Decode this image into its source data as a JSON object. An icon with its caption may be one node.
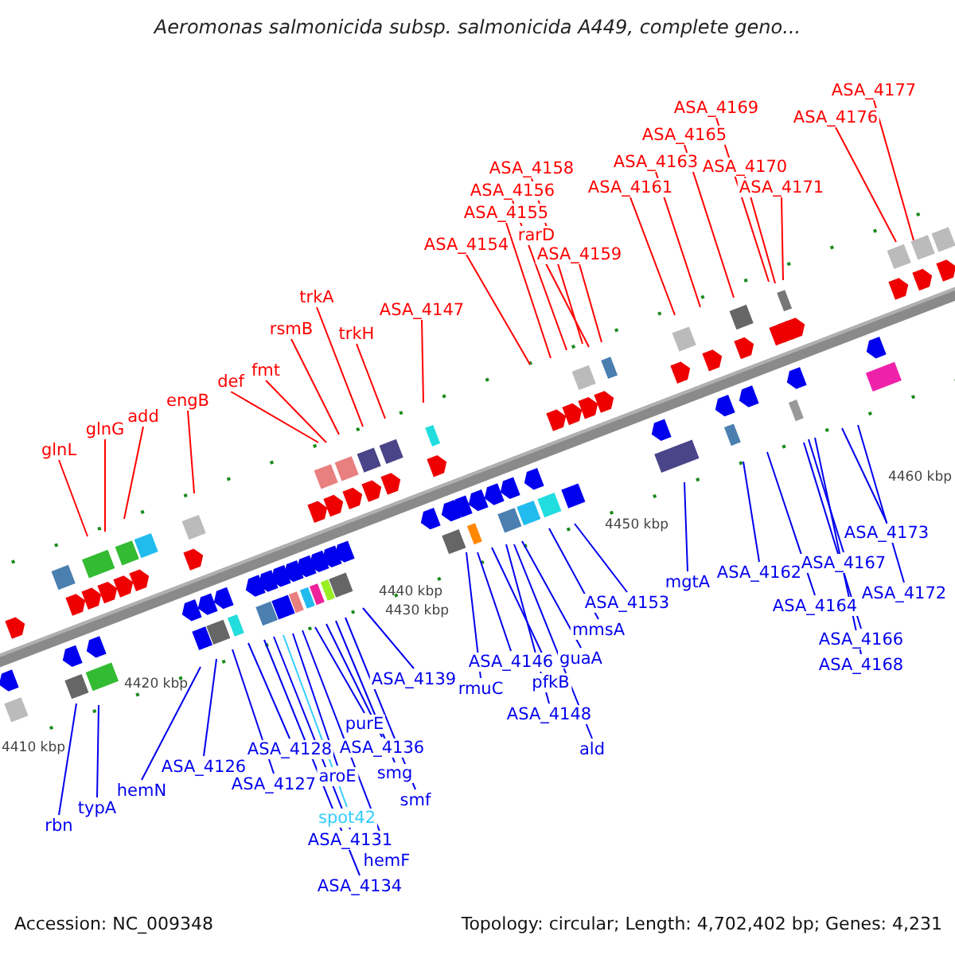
{
  "diagram": {
    "title": "Aeromonas salmonicida subsp. salmonicida A449, complete geno...",
    "nodes": [
      {
        "text": [
          "glnL"
        ]
      },
      {
        "text": [
          "glnG"
        ]
      },
      {
        "text": [
          "add"
        ]
      },
      {
        "text": [
          "engB"
        ]
      },
      {
        "text": [
          "def"
        ]
      },
      {
        "text": [
          "fmt"
        ]
      },
      {
        "text": [
          "rsmB"
        ]
      },
      {
        "text": [
          "trkA"
        ]
      },
      {
        "text": [
          "trkH"
        ]
      },
      {
        "text": [
          "ASA_4147"
        ]
      },
      {
        "text": [
          "ASA_4154"
        ]
      },
      {
        "text": [
          "ASA_4155"
        ]
      },
      {
        "text": [
          "ASA_4156"
        ]
      },
      {
        "text": [
          "ASA_4158"
        ]
      },
      {
        "text": [
          "rarD"
        ]
      },
      {
        "text": [
          "ASA_4159"
        ]
      },
      {
        "text": [
          "ASA_4161"
        ]
      },
      {
        "text": [
          "ASA_4163"
        ]
      },
      {
        "text": [
          "ASA_4165"
        ]
      },
      {
        "text": [
          "ASA_4169"
        ]
      },
      {
        "text": [
          "ASA_4170"
        ]
      },
      {
        "text": [
          "ASA_4171"
        ]
      },
      {
        "text": [
          "ASA_4176"
        ]
      },
      {
        "text": [
          "ASA_4177"
        ]
      },
      {
        "text": [
          "rbn"
        ]
      },
      {
        "text": [
          "typA"
        ]
      },
      {
        "text": [
          "hemN"
        ]
      },
      {
        "text": [
          "ASA_4126"
        ]
      },
      {
        "text": [
          "ASA_4127"
        ]
      },
      {
        "text": [
          "ASA_4128"
        ]
      },
      {
        "text": [
          "aroE"
        ]
      },
      {
        "text": [
          "spot42"
        ]
      },
      {
        "text": [
          "ASA_4131"
        ]
      },
      {
        "text": [
          "hemF"
        ]
      },
      {
        "text": [
          "ASA_4134"
        ]
      },
      {
        "text": [
          "purE"
        ]
      },
      {
        "text": [
          "ASA_4136"
        ]
      },
      {
        "text": [
          "smg"
        ]
      },
      {
        "text": [
          "smf"
        ]
      },
      {
        "text": [
          "ASA_4139"
        ]
      },
      {
        "text": [
          "rmuC"
        ]
      },
      {
        "text": [
          "ASA_4146"
        ]
      },
      {
        "text": [
          "pfkB"
        ]
      },
      {
        "text": [
          "ASA_4148"
        ]
      },
      {
        "text": [
          "guaA"
        ]
      },
      {
        "text": [
          "mmsA"
        ]
      },
      {
        "text": [
          "ald"
        ]
      },
      {
        "text": [
          "ASA_4153"
        ]
      },
      {
        "text": [
          "mgtA"
        ]
      },
      {
        "text": [
          "ASA_4162"
        ]
      },
      {
        "text": [
          "ASA_4164"
        ]
      },
      {
        "text": [
          "ASA_4166"
        ]
      },
      {
        "text": [
          "ASA_4167"
        ]
      },
      {
        "text": [
          "ASA_4168"
        ]
      },
      {
        "text": [
          "ASA_4172"
        ]
      },
      {
        "text": [
          "ASA_4173"
        ]
      }
    ],
    "edges": [
      {
        "from": 0,
        "to": null,
        "arrow": "none",
        "color": "#ff0000"
      },
      {
        "from": 1,
        "to": null,
        "arrow": "none",
        "color": "#ff0000"
      },
      {
        "from": 2,
        "to": null,
        "arrow": "none",
        "color": "#ff0000"
      },
      {
        "from": 3,
        "to": null,
        "arrow": "none",
        "color": "#ff0000"
      },
      {
        "from": 4,
        "to": null,
        "arrow": "none",
        "color": "#ff0000"
      },
      {
        "from": 5,
        "to": null,
        "arrow": "none",
        "color": "#ff0000"
      },
      {
        "from": 6,
        "to": null,
        "arrow": "none",
        "color": "#ff0000"
      },
      {
        "from": 7,
        "to": null,
        "arrow": "none",
        "color": "#ff0000"
      },
      {
        "from": 8,
        "to": null,
        "arrow": "none",
        "color": "#ff0000"
      },
      {
        "from": 9,
        "to": null,
        "arrow": "none",
        "color": "#ff0000"
      },
      {
        "from": 10,
        "to": null,
        "arrow": "none",
        "color": "#ff0000"
      },
      {
        "from": 11,
        "to": null,
        "arrow": "none",
        "color": "#ff0000"
      },
      {
        "from": 12,
        "to": null,
        "arrow": "none",
        "color": "#ff0000"
      },
      {
        "from": 13,
        "to": null,
        "arrow": "none",
        "color": "#ff0000"
      },
      {
        "from": 14,
        "to": null,
        "arrow": "none",
        "color": "#ff0000"
      },
      {
        "from": 15,
        "to": null,
        "arrow": "none",
        "color": "#ff0000"
      },
      {
        "from": 16,
        "to": null,
        "arrow": "none",
        "color": "#ff0000"
      },
      {
        "from": 17,
        "to": null,
        "arrow": "none",
        "color": "#ff0000"
      },
      {
        "from": 18,
        "to": null,
        "arrow": "none",
        "color": "#ff0000"
      },
      {
        "from": 19,
        "to": null,
        "arrow": "none",
        "color": "#ff0000"
      },
      {
        "from": 20,
        "to": null,
        "arrow": "none",
        "color": "#ff0000"
      },
      {
        "from": 21,
        "to": null,
        "arrow": "none",
        "color": "#ff0000"
      },
      {
        "from": 22,
        "to": null,
        "arrow": "none",
        "color": "#ff0000"
      },
      {
        "from": 23,
        "to": null,
        "arrow": "none",
        "color": "#ff0000"
      },
      {
        "from": 24,
        "to": null,
        "arrow": "none"
      },
      {
        "from": 25,
        "to": null,
        "arrow": "none"
      },
      {
        "from": 26,
        "to": null,
        "arrow": "none"
      },
      {
        "from": 27,
        "to": null,
        "arrow": "none"
      },
      {
        "from": 28,
        "to": null,
        "arrow": "none"
      },
      {
        "from": 29,
        "to": null,
        "arrow": "none"
      },
      {
        "from": 30,
        "to": null,
        "arrow": "none"
      },
      {
        "from": 31,
        "to": null,
        "arrow": "none",
        "color": "#33ccff"
      },
      {
        "from": 32,
        "to": null,
        "arrow": "none"
      },
      {
        "from": 33,
        "to": null,
        "arrow": "none"
      },
      {
        "from": 34,
        "to": null,
        "arrow": "none"
      },
      {
        "from": 35,
        "to": null,
        "arrow": "none"
      },
      {
        "from": 36,
        "to": null,
        "arrow": "none"
      },
      {
        "from": 37,
        "to": null,
        "arrow": "none"
      },
      {
        "from": 38,
        "to": null,
        "arrow": "none"
      },
      {
        "from": 39,
        "to": null,
        "arrow": "none"
      },
      {
        "from": 40,
        "to": null,
        "arrow": "none"
      },
      {
        "from": 41,
        "to": null,
        "arrow": "none"
      },
      {
        "from": 42,
        "to": null,
        "arrow": "none"
      },
      {
        "from": 43,
        "to": null,
        "arrow": "none"
      },
      {
        "from": 44,
        "to": null,
        "arrow": "none"
      },
      {
        "from": 45,
        "to": null,
        "arrow": "none"
      },
      {
        "from": 46,
        "to": null,
        "arrow": "none"
      },
      {
        "from": 47,
        "to": null,
        "arrow": "none"
      },
      {
        "from": 48,
        "to": null,
        "arrow": "none"
      },
      {
        "from": 49,
        "to": null,
        "arrow": "none"
      },
      {
        "from": 50,
        "to": null,
        "arrow": "none"
      },
      {
        "from": 51,
        "to": null,
        "arrow": "none"
      },
      {
        "from": 52,
        "to": null,
        "arrow": "none"
      },
      {
        "from": 53,
        "to": null,
        "arrow": "none"
      },
      {
        "from": 54,
        "to": null,
        "arrow": "none"
      },
      {
        "from": 55,
        "to": null,
        "arrow": "none"
      }
    ],
    "labels": [
      "4410 kbp",
      "4420 kbp",
      "4430 kbp",
      "4440 kbp",
      "4450 kbp",
      "4460 kbp",
      "Accession: NC_009348",
      "Topology: circular; Length: 4,702,402 bp; Genes: 4,231"
    ]
  }
}
